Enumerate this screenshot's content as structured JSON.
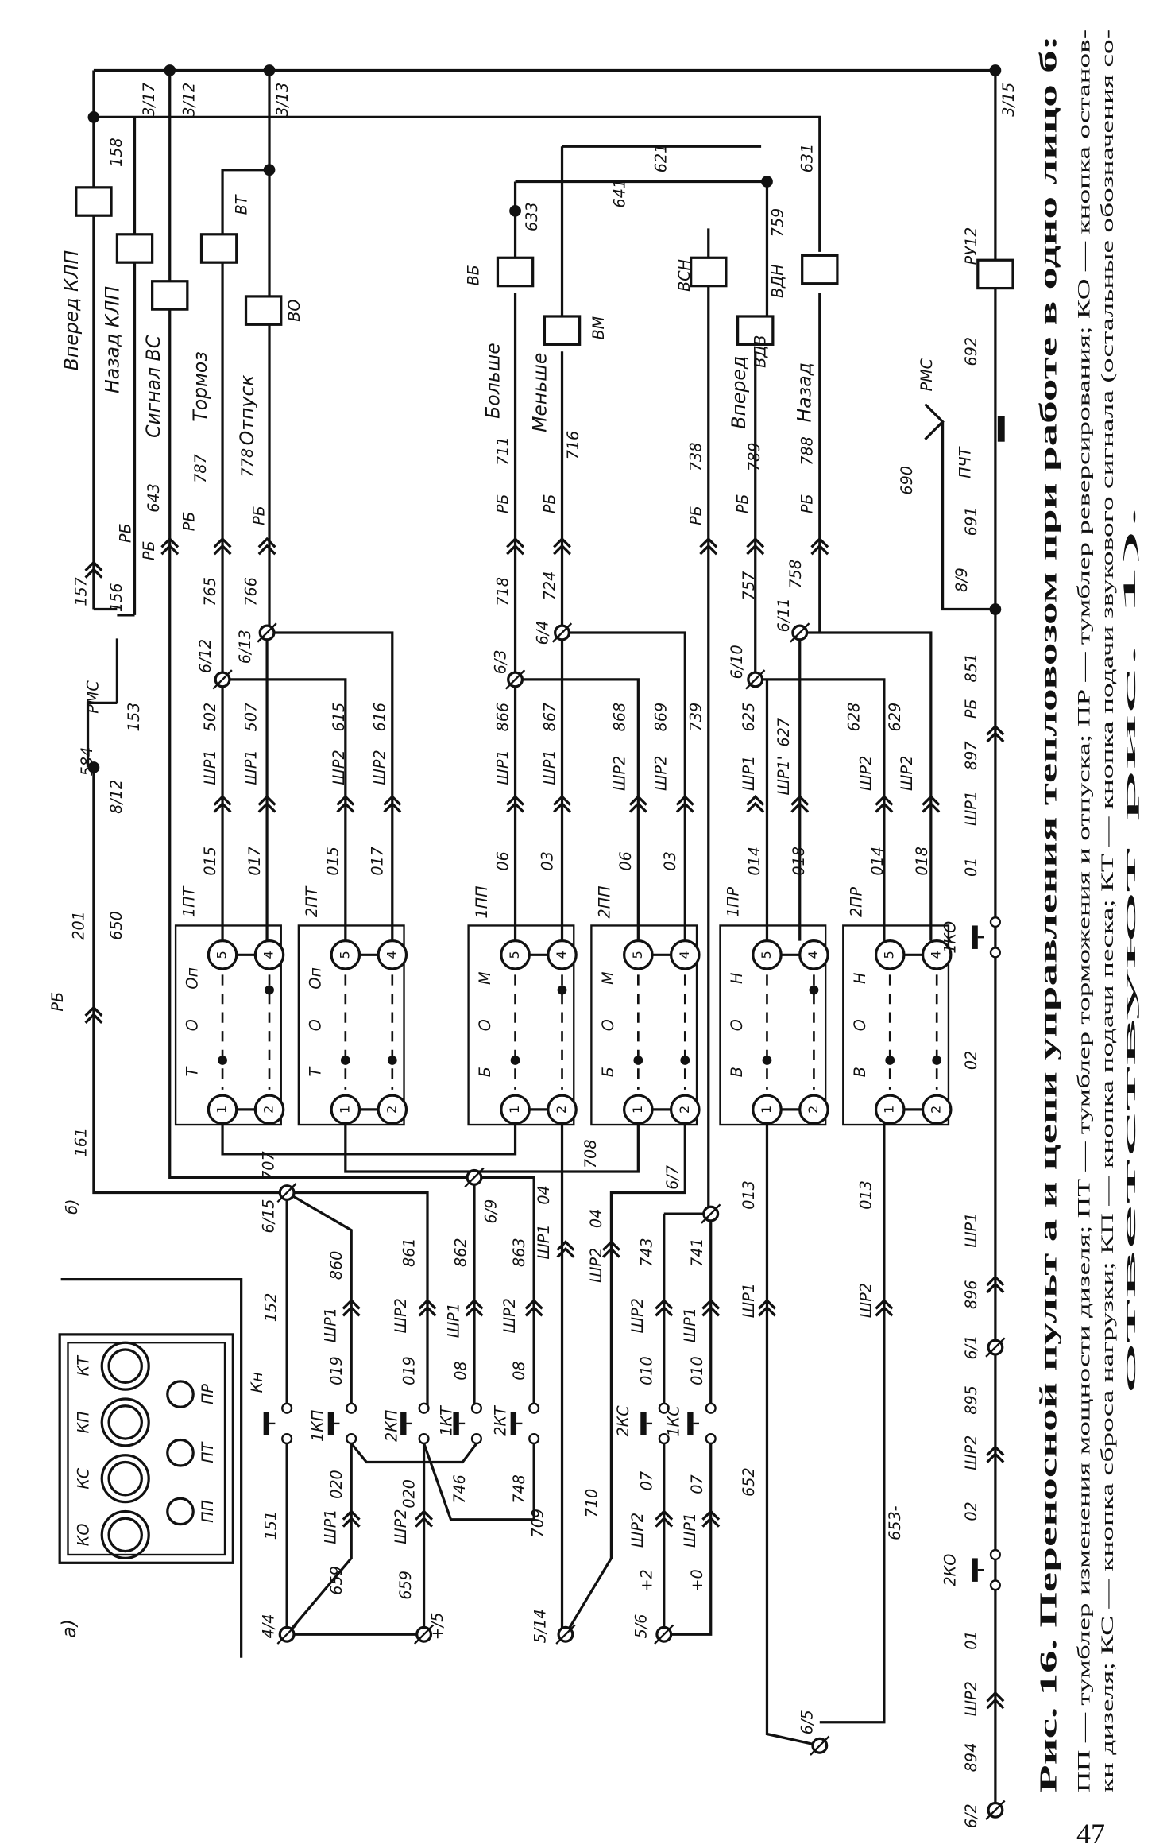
{
  "caption": {
    "title": "Рис. 16. Переносной пульт а и цепи управления тепловозом при работе в одно лицо б:",
    "legend": [
      "ПП — тумблер изменения мощности дизеля; ПТ — тумблер торможения и отпуска; ПР — тумблер реверсирования; КО — кнопка останов-",
      "кн дизеля; КС — кнопка сброса нагрузки; КП — кнопка подачи песка; КТ — кнопка подачи звукового сигнала (остальные обозначения со-",
      "ответствуют рис. 1)."
    ]
  },
  "page_number": "47",
  "panel_a": {
    "label": "а)",
    "buttons": [
      "КО",
      "КС",
      "КП",
      "КТ"
    ],
    "toggles": [
      "ПП",
      "ПТ",
      "ПР"
    ]
  },
  "panel_b": {
    "label": "б)"
  },
  "relays": [
    {
      "name": "Вперед КЛП"
    },
    {
      "name": "Назад КЛП"
    },
    {
      "name": "Сигнал ВС"
    },
    {
      "name": "Тормоз"
    },
    {
      "name": "Отпуск"
    },
    {
      "name": "Больше"
    },
    {
      "name": "Меньше"
    },
    {
      "name": "Вперед"
    },
    {
      "name": "Назад"
    }
  ],
  "switch_blocks": [
    {
      "name": "1ПТ",
      "pos": [
        "Т",
        "О",
        "Оп"
      ],
      "w5": "015",
      "w4": "017"
    },
    {
      "name": "2ПТ",
      "pos": [
        "Т",
        "О",
        "Оп"
      ],
      "w5": "015",
      "w4": "017"
    },
    {
      "name": "1ПП",
      "pos": [
        "Б",
        "О",
        "М"
      ],
      "w5": "06",
      "w4": "03"
    },
    {
      "name": "2ПП",
      "pos": [
        "Б",
        "О",
        "М"
      ],
      "w5": "06",
      "w4": "03"
    },
    {
      "name": "1ПР",
      "pos": [
        "В",
        "О",
        "Н"
      ],
      "w5": "014",
      "w4": "018"
    },
    {
      "name": "2ПР",
      "pos": [
        "В",
        "О",
        "Н"
      ],
      "w5": "014",
      "w4": "018"
    }
  ],
  "terminals": [
    "1",
    "2",
    "5",
    "4"
  ],
  "labels": [
    "3/17",
    "3/12",
    "3/13",
    "3/15",
    "158",
    "ВТ",
    "ВО",
    "157",
    "156",
    "РБ",
    "643",
    "РБ",
    "787",
    "778",
    "РБ",
    "765",
    "766",
    "6/12",
    "6/13",
    "502",
    "507",
    "ШР1",
    "ШР1",
    "615",
    "616",
    "ШР2",
    "ШР2",
    "РМС",
    "153",
    "584",
    "8/12",
    "201",
    "650",
    "РБ",
    "161",
    "б)",
    "ВБ",
    "ВМ",
    "633",
    "641",
    "621",
    "ВСН",
    "631",
    "759",
    "ВДН",
    "ВДВ",
    "711",
    "РБ",
    "716",
    "РБ",
    "718",
    "724",
    "6/3",
    "6/4",
    "866",
    "867",
    "868",
    "869",
    "ШР1",
    "ШР1",
    "ШР2",
    "ШР2",
    "738",
    "РБ",
    "739",
    "789",
    "788",
    "РБ",
    "РБ",
    "757",
    "758",
    "6/10",
    "6/11",
    "625",
    "627",
    "628",
    "629",
    "ШР1",
    "ШР1'",
    "ШР2",
    "ШР2",
    "РУ12",
    "692",
    "РМС",
    "690",
    "ПЧТ",
    "691",
    "8/9",
    "851",
    "РБ",
    "897",
    "ШР1",
    "01",
    "1КО",
    "02",
    "ШР1",
    "896",
    "6/1",
    "895",
    "ШР2",
    "02",
    "2КО",
    "01",
    "ШР2",
    "894",
    "6/2",
    "707",
    "708",
    "6/7",
    "ШР1",
    "04",
    "ШР2",
    "04",
    "013",
    "ШР1",
    "652",
    "013",
    "ШР2",
    "653-",
    "6/5",
    "6/15",
    "152",
    "151",
    "Кн",
    "860",
    "ШР1",
    "019",
    "1КП",
    "020",
    "ШР1",
    "659",
    "861",
    "ШР2",
    "019",
    "2КП",
    "020",
    "ШР2",
    "659",
    "862",
    "ШР1",
    "08",
    "1КТ",
    "746",
    "863",
    "ШР2",
    "08",
    "2КТ",
    "748",
    "709",
    "6/9",
    "710",
    "743",
    "741",
    "ШР2",
    "ШР1",
    "010",
    "010",
    "2КС",
    "1КС",
    "07",
    "07",
    "ШР2",
    "ШР1",
    "+2",
    "+0",
    "4/4",
    "+/5",
    "5/14",
    "5/6",
    "РБ"
  ]
}
